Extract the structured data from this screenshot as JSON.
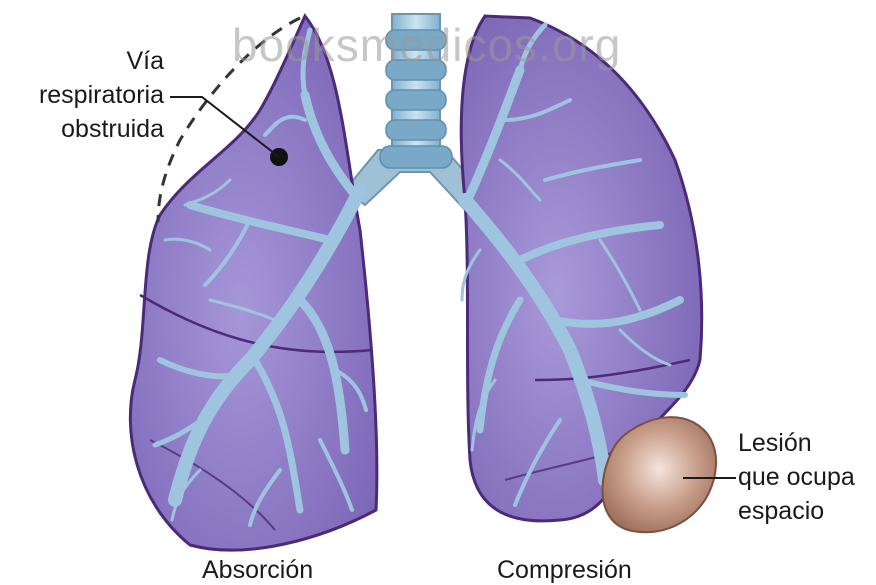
{
  "watermark": "booksmedicos.org",
  "labels": {
    "obstructed_airway": [
      "Vía",
      "respiratoria",
      "obstruida"
    ],
    "mass_lesion": [
      "Lesión",
      "que ocupa",
      "espacio"
    ],
    "left_caption": "Absorción",
    "right_caption": "Compresión"
  },
  "colors": {
    "lung_fill": "#8f7cc8",
    "lung_outline": "#4b2a78",
    "bronchi": "#9fc4e0",
    "trachea": "#a7cfe6",
    "lesion": "#c49a86",
    "dashed_line": "#333333"
  }
}
